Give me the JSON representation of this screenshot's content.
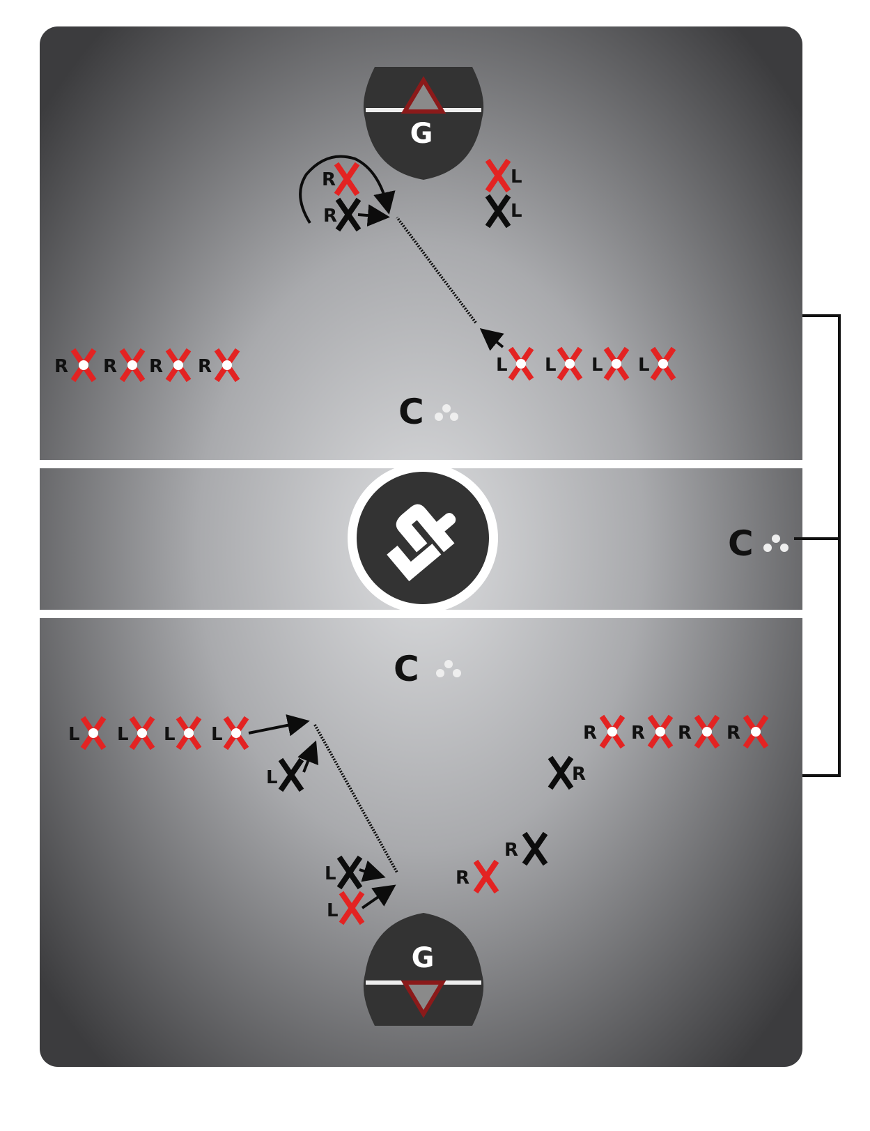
{
  "labels": {
    "right": "R",
    "left": "L",
    "goalie": "G",
    "coach": "C"
  },
  "colors": {
    "offense_red": "#e32322",
    "defense_black": "#0c0c0c",
    "crease": "#333333",
    "goal_frame": "#8b1a1a"
  },
  "logo": {
    "text": "LF"
  }
}
